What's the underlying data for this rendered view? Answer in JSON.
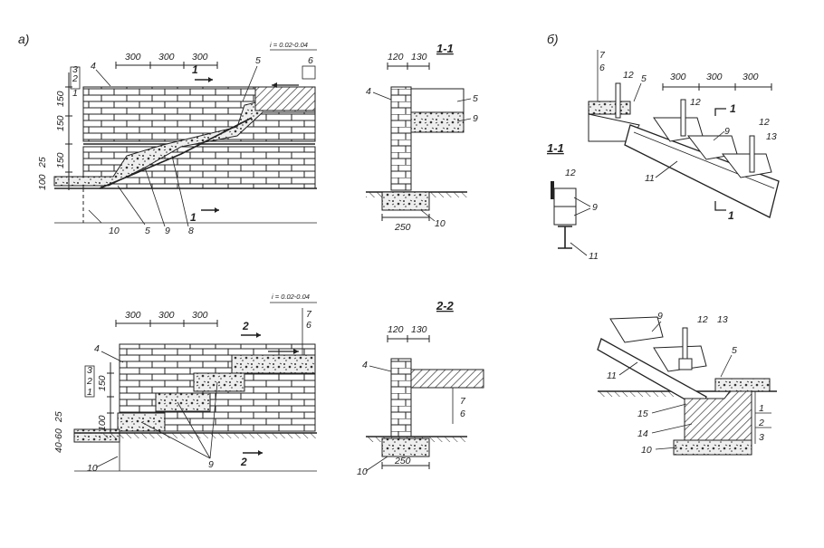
{
  "panels": {
    "a": "а)",
    "b": "б)"
  },
  "sections": {
    "s11_a": "1-1",
    "s22": "2-2",
    "s11_b": "1-1"
  },
  "slope": "i = 0.02-0.04",
  "dims": {
    "step": "300",
    "step_b": "300",
    "w120": "120",
    "w130": "130",
    "d250": "250",
    "v150": "150",
    "v25": "25",
    "v100": "100",
    "v4060": "40-60"
  },
  "cut_marks": {
    "one": "1",
    "two": "2"
  },
  "labels": {
    "n1": "1",
    "n2": "2",
    "n3": "3",
    "n4": "4",
    "n5": "5",
    "n6": "6",
    "n7": "7",
    "n8": "8",
    "n9": "9",
    "n10": "10",
    "n11": "11",
    "n12": "12",
    "n13": "13",
    "n14": "14",
    "n15": "15"
  },
  "colors": {
    "ink": "#222222",
    "fill": "#ffffff",
    "hatch": "#444444"
  }
}
